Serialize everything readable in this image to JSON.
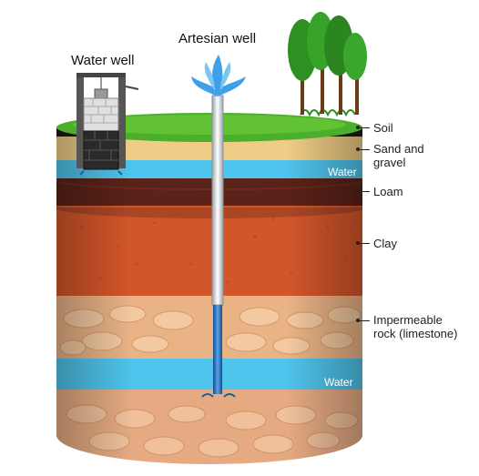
{
  "titles": {
    "water_well": "Water well",
    "artesian_well": "Artesian well"
  },
  "layers": [
    {
      "name": "Soil",
      "color": "#1c1a18"
    },
    {
      "name": "Sand and",
      "name_line2": "gravel",
      "color": "#f0cd86"
    },
    {
      "name": "Water",
      "color": "#4fc4ec"
    },
    {
      "name": "Loam",
      "color": "#5a2218"
    },
    {
      "name": "Clay",
      "color": "#d3562a"
    },
    {
      "name": "Impermeable",
      "name_line2": "rock (limestone)",
      "color": "#e9b386"
    },
    {
      "name": "Water",
      "color": "#4fc4ec"
    }
  ],
  "colors": {
    "grass": "#4caf2c",
    "bottom_rock": "#e5aa82",
    "brick": "#d8d8d8",
    "water_splash": "#3da0e8"
  }
}
